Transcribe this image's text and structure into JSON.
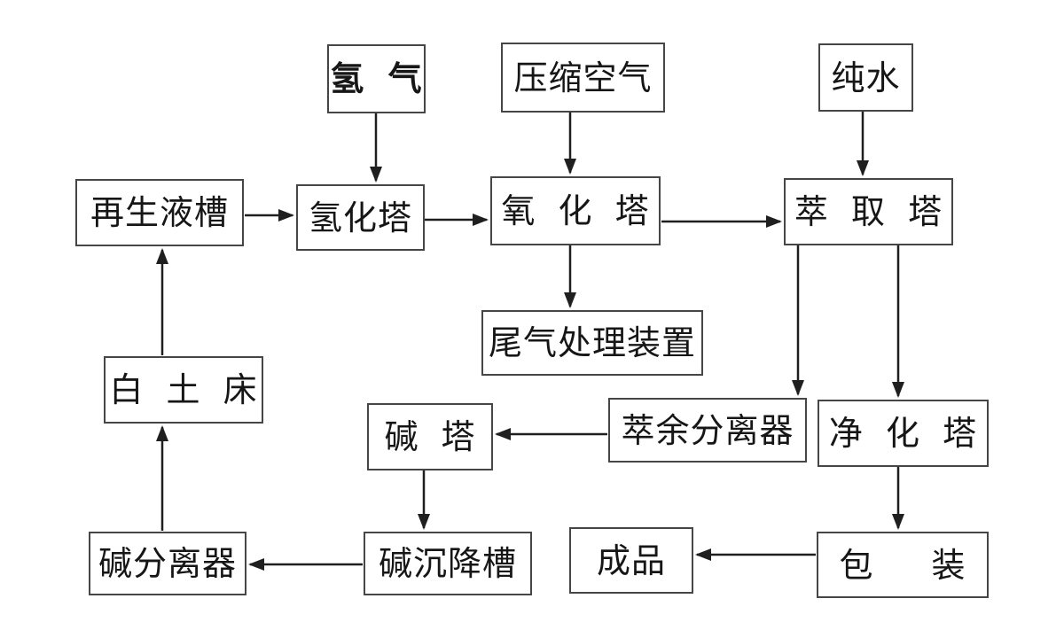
{
  "diagram": {
    "type": "flowchart",
    "language": "zh-CN",
    "colors": {
      "background": "#ffffff",
      "box_border": "#464646",
      "text": "#161616",
      "arrow": "#1f1f1f"
    },
    "nodes": [
      {
        "id": "hydrogen-gas",
        "label": "氢 气",
        "bold": true
      },
      {
        "id": "compressed-air",
        "label": "压缩空气",
        "bold": false
      },
      {
        "id": "pure-water",
        "label": "纯水",
        "bold": false
      },
      {
        "id": "regeneration-liquid-tank",
        "label": "再生液槽",
        "bold": false
      },
      {
        "id": "hydrogenation-tower",
        "label": "氢化塔",
        "bold": false
      },
      {
        "id": "oxidation-tower",
        "label": "氧 化 塔",
        "bold": false
      },
      {
        "id": "extraction-tower",
        "label": "萃 取 塔",
        "bold": false
      },
      {
        "id": "tail-gas-treatment-unit",
        "label": "尾气处理装置",
        "bold": false
      },
      {
        "id": "white-clay-bed",
        "label": "白 土 床",
        "bold": false
      },
      {
        "id": "alkali-tower",
        "label": "碱 塔",
        "bold": false
      },
      {
        "id": "raffinate-separator",
        "label": "萃余分离器",
        "bold": false
      },
      {
        "id": "purification-tower",
        "label": "净 化 塔",
        "bold": false
      },
      {
        "id": "alkali-separator",
        "label": "碱分离器",
        "bold": false
      },
      {
        "id": "alkali-settling-tank",
        "label": "碱沉降槽",
        "bold": false
      },
      {
        "id": "finished-product",
        "label": "成品",
        "bold": false
      },
      {
        "id": "packaging",
        "label": "包 装",
        "bold": false
      }
    ],
    "edges": [
      {
        "from": "hydrogen-gas",
        "to": "hydrogenation-tower"
      },
      {
        "from": "compressed-air",
        "to": "oxidation-tower"
      },
      {
        "from": "pure-water",
        "to": "extraction-tower"
      },
      {
        "from": "regeneration-liquid-tank",
        "to": "hydrogenation-tower"
      },
      {
        "from": "hydrogenation-tower",
        "to": "oxidation-tower"
      },
      {
        "from": "oxidation-tower",
        "to": "extraction-tower"
      },
      {
        "from": "oxidation-tower",
        "to": "tail-gas-treatment-unit"
      },
      {
        "from": "extraction-tower",
        "to": "raffinate-separator"
      },
      {
        "from": "extraction-tower",
        "to": "purification-tower"
      },
      {
        "from": "raffinate-separator",
        "to": "alkali-tower"
      },
      {
        "from": "alkali-tower",
        "to": "alkali-settling-tank"
      },
      {
        "from": "alkali-settling-tank",
        "to": "alkali-separator"
      },
      {
        "from": "alkali-separator",
        "to": "white-clay-bed"
      },
      {
        "from": "white-clay-bed",
        "to": "regeneration-liquid-tank"
      },
      {
        "from": "purification-tower",
        "to": "packaging"
      },
      {
        "from": "packaging",
        "to": "finished-product"
      }
    ]
  }
}
